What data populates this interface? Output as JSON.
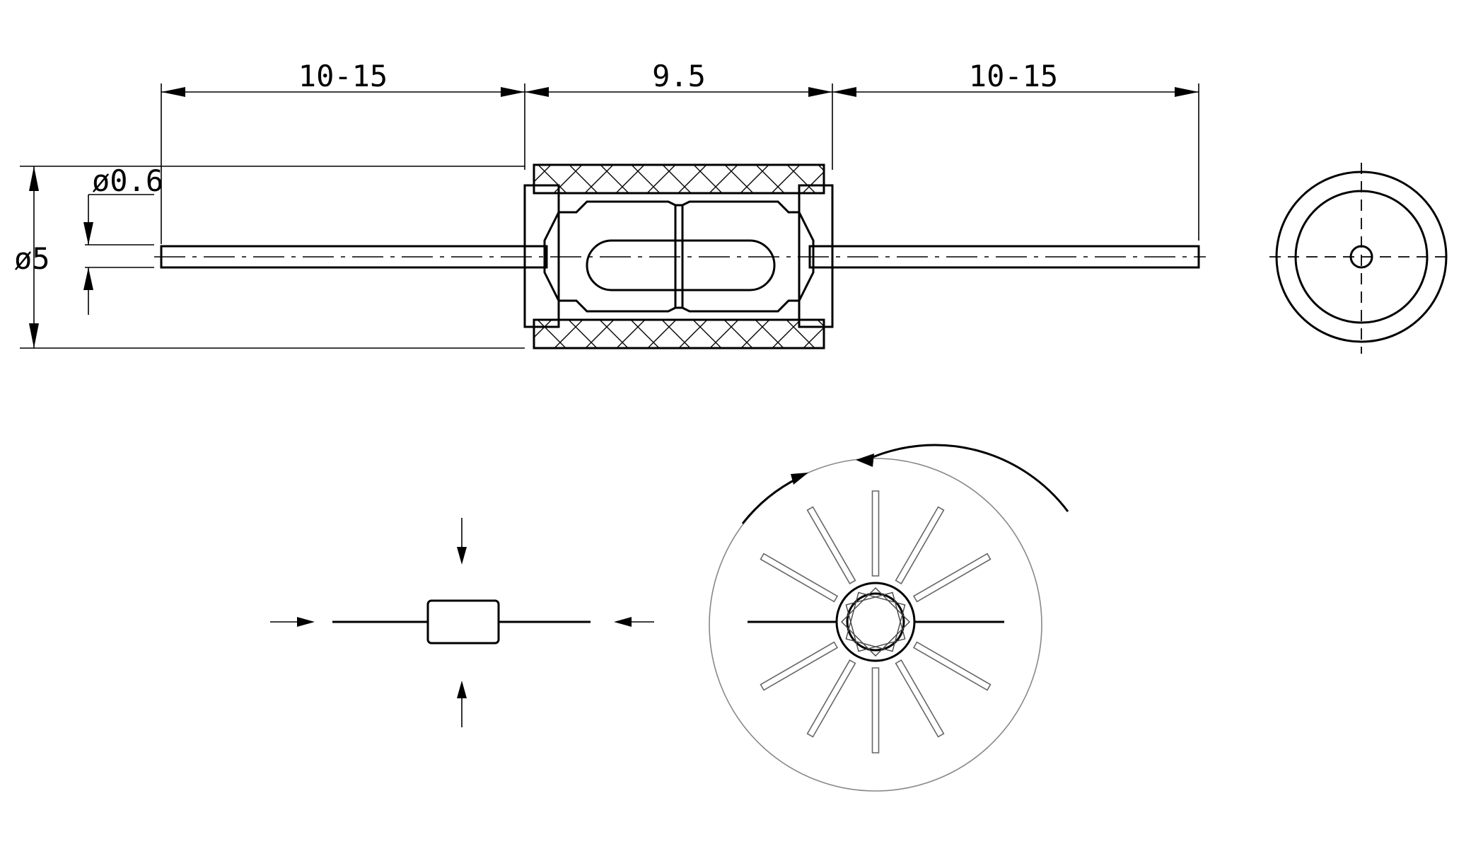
{
  "side_view": {
    "dim_left_lead": "10-15",
    "dim_body": "9.5",
    "dim_right_lead": "10-15",
    "dim_body_diameter": "ø5",
    "dim_lead_diameter": "ø0.6"
  }
}
